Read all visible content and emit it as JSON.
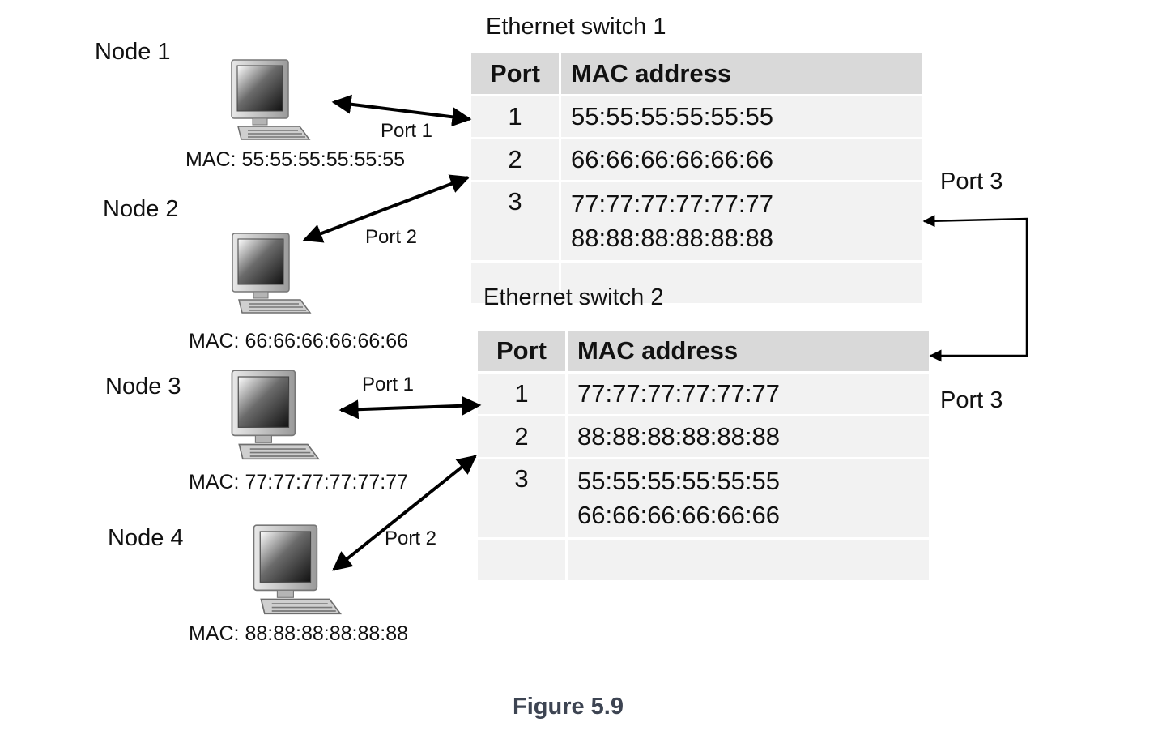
{
  "nodes": [
    {
      "label": "Node 1",
      "mac": "MAC: 55:55:55:55:55:55",
      "port": "Port 1"
    },
    {
      "label": "Node 2",
      "mac": "MAC: 66:66:66:66:66:66",
      "port": "Port 2"
    },
    {
      "label": "Node 3",
      "mac": "MAC: 77:77:77:77:77:77",
      "port": "Port 1"
    },
    {
      "label": "Node 4",
      "mac": "MAC: 88:88:88:88:88:88",
      "port": "Port 2"
    }
  ],
  "switch1": {
    "title": "Ethernet switch 1",
    "headers": {
      "port": "Port",
      "mac": "MAC address"
    },
    "rows": [
      {
        "port": "1",
        "macs": [
          "55:55:55:55:55:55"
        ]
      },
      {
        "port": "2",
        "macs": [
          "66:66:66:66:66:66"
        ]
      },
      {
        "port": "3",
        "macs": [
          "77:77:77:77:77:77",
          "88:88:88:88:88:88"
        ]
      }
    ],
    "uplink_port": "Port 3"
  },
  "switch2": {
    "title": "Ethernet switch 2",
    "headers": {
      "port": "Port",
      "mac": "MAC address"
    },
    "rows": [
      {
        "port": "1",
        "macs": [
          "77:77:77:77:77:77"
        ]
      },
      {
        "port": "2",
        "macs": [
          "88:88:88:88:88:88"
        ]
      },
      {
        "port": "3",
        "macs": [
          "55:55:55:55:55:55",
          "66:66:66:66:66:66"
        ]
      }
    ],
    "uplink_port": "Port 3"
  },
  "caption": "Figure 5.9",
  "icons": {
    "computer": "desktop-computer-icon"
  }
}
